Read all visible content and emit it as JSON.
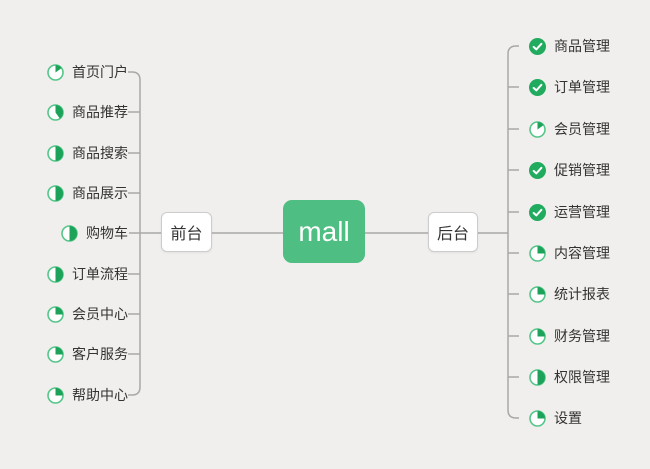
{
  "root": {
    "label": "mall"
  },
  "frontend": {
    "label": "前台",
    "items": [
      {
        "label": "首页门户",
        "icon": "pie-15"
      },
      {
        "label": "商品推荐",
        "icon": "pie-40"
      },
      {
        "label": "商品搜索",
        "icon": "pie-50"
      },
      {
        "label": "商品展示",
        "icon": "pie-50"
      },
      {
        "label": "购物车",
        "icon": "pie-50"
      },
      {
        "label": "订单流程",
        "icon": "pie-50"
      },
      {
        "label": "会员中心",
        "icon": "pie-25"
      },
      {
        "label": "客户服务",
        "icon": "pie-25"
      },
      {
        "label": "帮助中心",
        "icon": "pie-25"
      }
    ]
  },
  "backend": {
    "label": "后台",
    "items": [
      {
        "label": "商品管理",
        "icon": "check"
      },
      {
        "label": "订单管理",
        "icon": "check"
      },
      {
        "label": "会员管理",
        "icon": "pie-15"
      },
      {
        "label": "促销管理",
        "icon": "check"
      },
      {
        "label": "运营管理",
        "icon": "check"
      },
      {
        "label": "内容管理",
        "icon": "pie-25"
      },
      {
        "label": "统计报表",
        "icon": "pie-25"
      },
      {
        "label": "财务管理",
        "icon": "pie-25"
      },
      {
        "label": "权限管理",
        "icon": "pie-50"
      },
      {
        "label": "设置",
        "icon": "pie-25"
      }
    ]
  },
  "colors": {
    "background": "#f0efed",
    "root_node": "#4ebe83",
    "root_text": "#ffffff",
    "node_border": "#cccccc",
    "node_text": "#333333",
    "connector": "#a8a8a8",
    "check_fill": "#21ab5e",
    "check_mark": "#ffffff",
    "pie_ring": "#55c689",
    "pie_wedge": "#1da25a"
  }
}
